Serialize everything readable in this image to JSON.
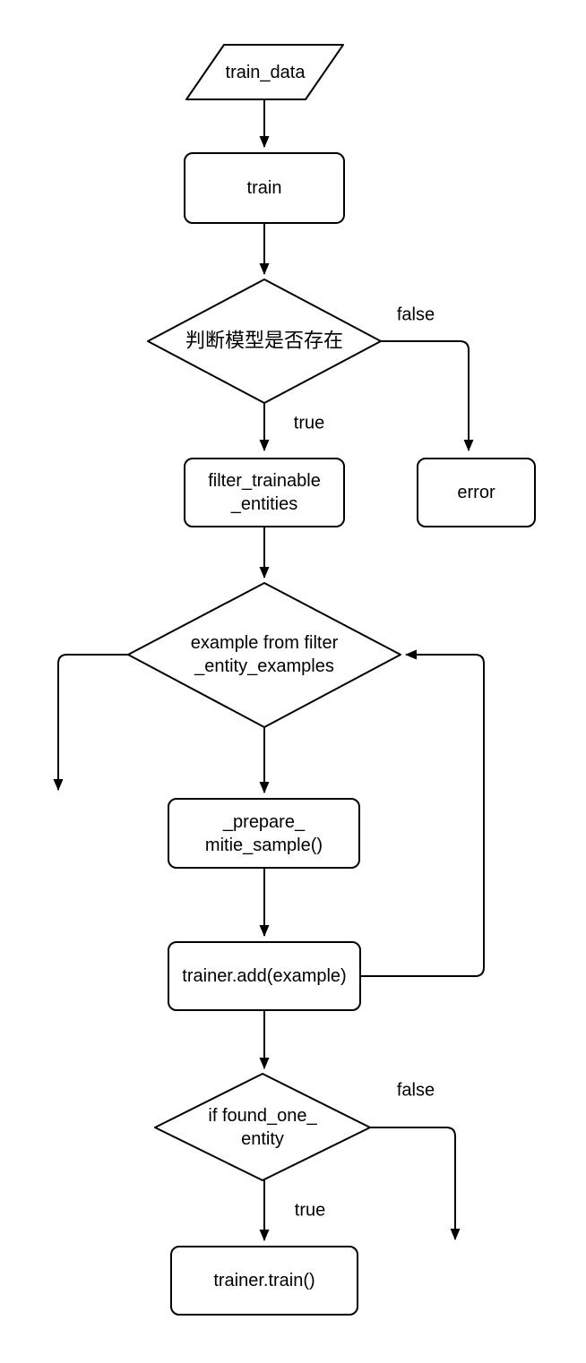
{
  "colors": {
    "background": "#ffffff",
    "stroke": "#000000",
    "text": "#000000"
  },
  "nodes": {
    "train_data": {
      "label": "train_data"
    },
    "train": {
      "label": "train"
    },
    "model_exists": {
      "label": "判断模型是否存在"
    },
    "filter_trainable": {
      "lines": [
        "filter_trainable",
        "_entities"
      ]
    },
    "error": {
      "label": "error"
    },
    "example_loop": {
      "lines": [
        "example from filter",
        "_entity_examples"
      ]
    },
    "prepare_sample": {
      "lines": [
        "_prepare_",
        "mitie_sample()"
      ]
    },
    "trainer_add": {
      "label": "trainer.add(example)"
    },
    "found_one": {
      "lines": [
        "if found_one_",
        "entity"
      ]
    },
    "trainer_train": {
      "label": "trainer.train()"
    }
  },
  "edge_labels": {
    "model_exists_false": "false",
    "model_exists_true": "true",
    "found_one_false": "false",
    "found_one_true": "true"
  }
}
